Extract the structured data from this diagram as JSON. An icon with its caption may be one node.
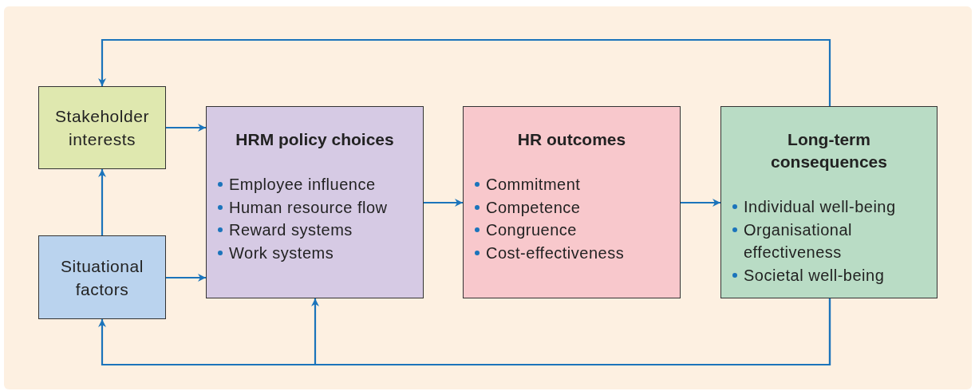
{
  "diagram": {
    "nodes": [
      {
        "text": [
          "Stakeholder interests"
        ]
      },
      {
        "text": [
          "Situational factors"
        ]
      },
      {
        "text": [
          "HRM policy choices",
          "Employee influence",
          "Human resource flow",
          "Reward systems",
          "Work systems"
        ]
      },
      {
        "text": [
          "HR outcomes",
          "Commitment",
          "Competence",
          "Congruence",
          "Cost-effectiveness"
        ]
      },
      {
        "text": [
          "Long-term consequences",
          "Individual well-being",
          "Organisational effectiveness",
          "Societal well-being"
        ]
      }
    ],
    "edges": [
      {
        "from": 0,
        "to": 2,
        "arrow": "to"
      },
      {
        "from": 1,
        "to": 2,
        "arrow": "to"
      },
      {
        "from": 1,
        "to": 0,
        "arrow": "to"
      },
      {
        "from": 2,
        "to": 3,
        "arrow": "to"
      },
      {
        "from": 3,
        "to": 4,
        "arrow": "to"
      },
      {
        "from": 4,
        "to": 0,
        "arrow": "to"
      },
      {
        "from": 4,
        "to": 1,
        "arrow": "to"
      },
      {
        "from": 4,
        "to": 2,
        "arrow": "to"
      }
    ]
  }
}
